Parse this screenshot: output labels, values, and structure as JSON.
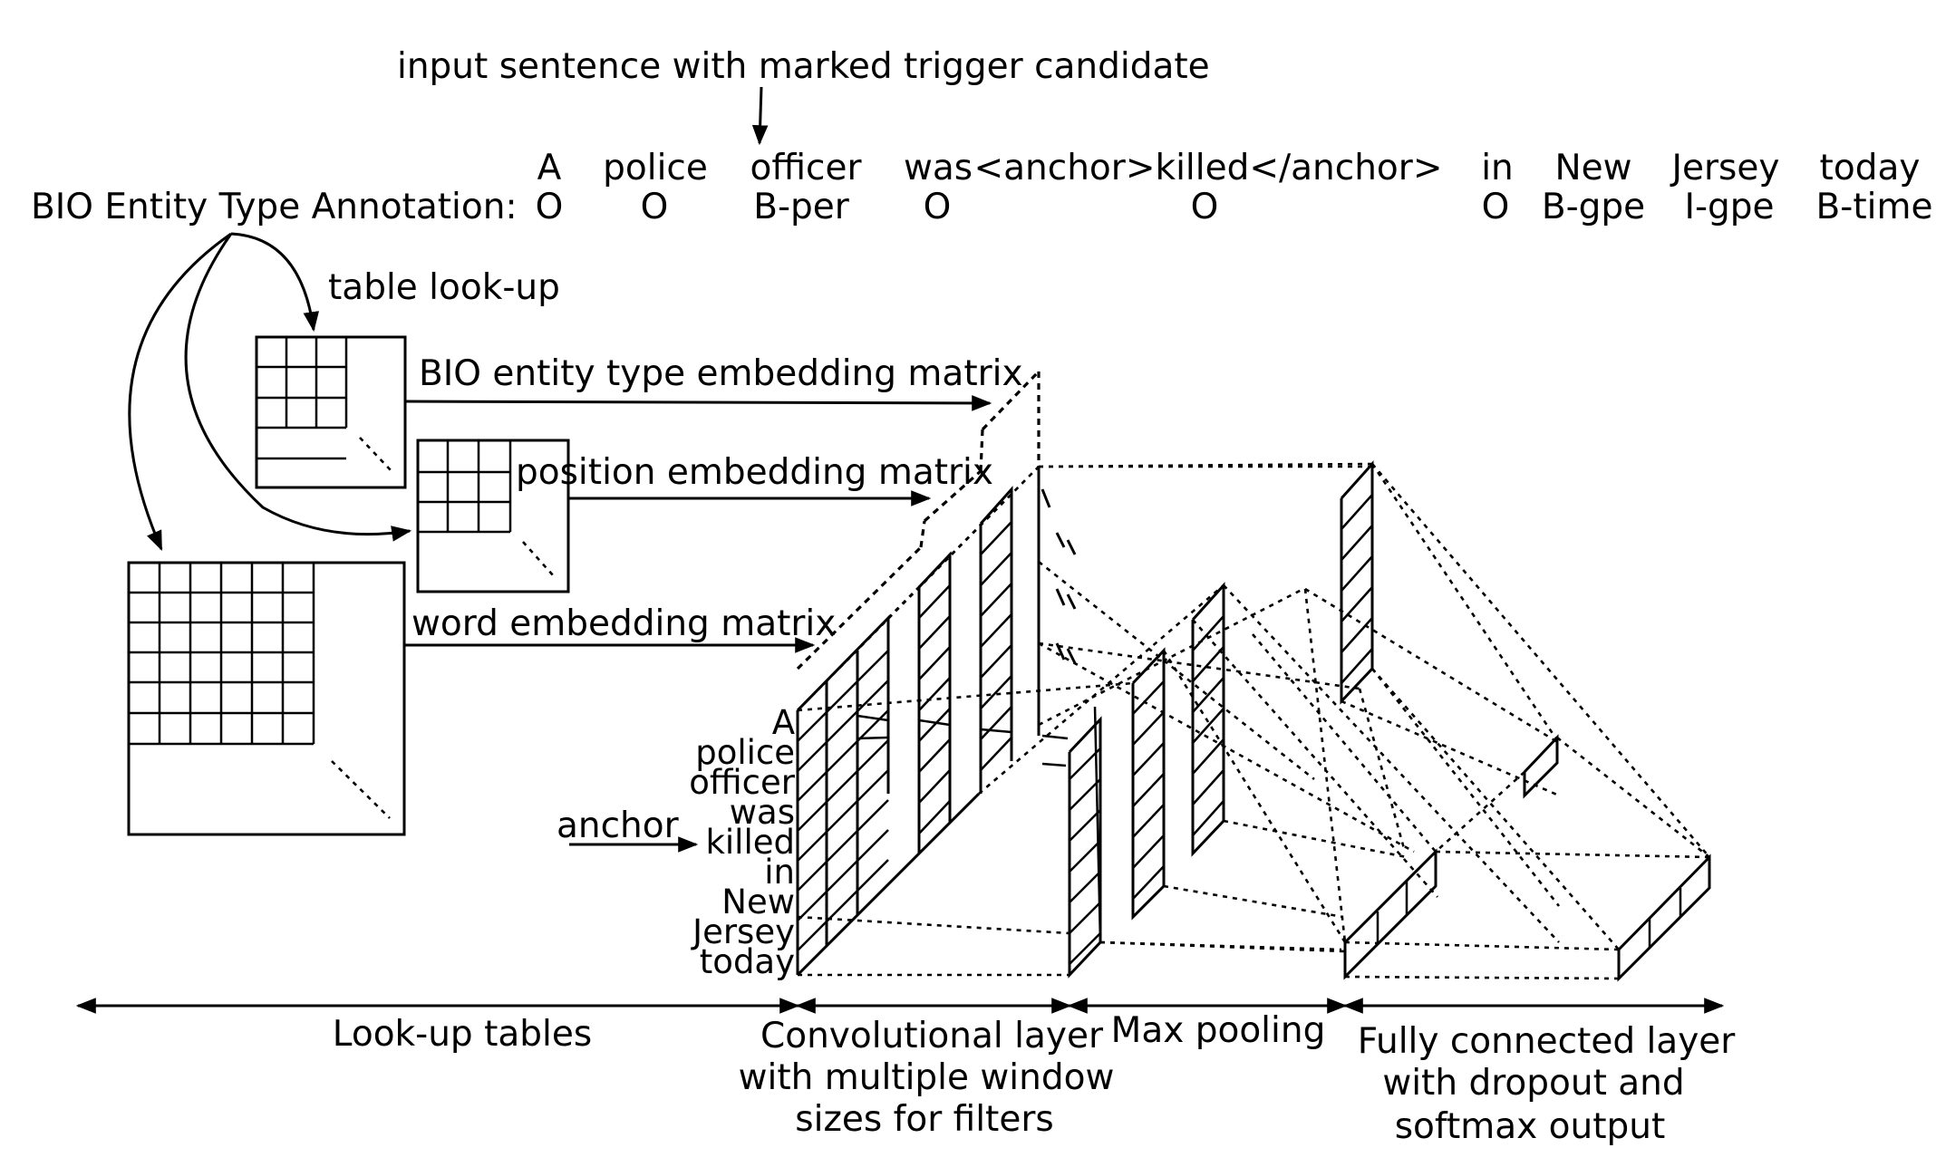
{
  "header": {
    "input_label": "input sentence with marked trigger candidate",
    "bio_label": "BIO Entity Type Annotation:"
  },
  "sentence": [
    {
      "word": "A",
      "tag": "O"
    },
    {
      "word": "police",
      "tag": "O"
    },
    {
      "word": "officer",
      "tag": "B-per"
    },
    {
      "word": "was",
      "tag": "O"
    },
    {
      "word": "<anchor>killed</anchor>",
      "tag": "O"
    },
    {
      "word": "in",
      "tag": "O"
    },
    {
      "word": "New",
      "tag": "B-gpe"
    },
    {
      "word": "Jersey",
      "tag": "I-gpe"
    },
    {
      "word": "today",
      "tag": "B-time"
    }
  ],
  "lookup": {
    "table_lookup": "table look-up",
    "bio_matrix": "BIO entity type embedding matrix",
    "position_matrix": "position embedding matrix",
    "word_matrix": "word embedding matrix"
  },
  "input_words": [
    "A",
    "police",
    "officer",
    "was",
    "killed",
    "in",
    "New",
    "Jersey",
    "today"
  ],
  "anchor_label": "anchor",
  "stages": {
    "lookup_tables": "Look-up tables",
    "conv": [
      "Convolutional layer",
      "with multiple window",
      "sizes for filters"
    ],
    "pooling": "Max pooling",
    "fc": [
      "Fully connected layer",
      "with dropout and",
      "softmax output"
    ]
  }
}
